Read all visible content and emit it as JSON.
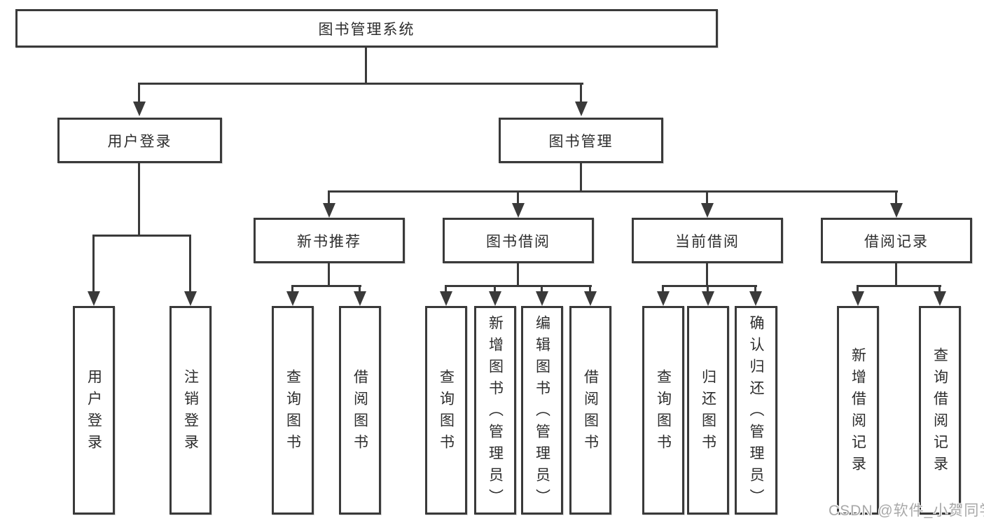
{
  "diagram": {
    "root": {
      "label": "图书管理系统"
    },
    "level1": {
      "user_login": {
        "label": "用户登录"
      },
      "book_mgmt": {
        "label": "图书管理"
      }
    },
    "level2": {
      "new_book_rec": {
        "label": "新书推荐"
      },
      "book_borrow": {
        "label": "图书借阅"
      },
      "current_borrow": {
        "label": "当前借阅"
      },
      "borrow_record": {
        "label": "借阅记录"
      }
    },
    "leaves": {
      "user_login_leaf": {
        "label": "用户登录"
      },
      "logout_leaf": {
        "label": "注销登录"
      },
      "nb_query": {
        "label": "查询图书"
      },
      "nb_borrow": {
        "label": "借阅图书"
      },
      "bb_query": {
        "label": "查询图书"
      },
      "bb_add": {
        "label": "新增图书（管理员）"
      },
      "bb_edit": {
        "label": "编辑图书（管理员）"
      },
      "bb_borrow": {
        "label": "借阅图书"
      },
      "cb_query": {
        "label": "查询图书"
      },
      "cb_return": {
        "label": "归还图书"
      },
      "cb_confirm": {
        "label": "确认归还（管理员）"
      },
      "br_add": {
        "label": "新增借阅记录"
      },
      "br_query": {
        "label": "查询借阅记录"
      }
    }
  },
  "watermark": {
    "text": "CSDN @软件_小贺同学"
  },
  "colors": {
    "line": "#3a3a3a",
    "text": "#2d2d2d",
    "background": "#ffffff",
    "watermark": "#a8a8a8"
  }
}
